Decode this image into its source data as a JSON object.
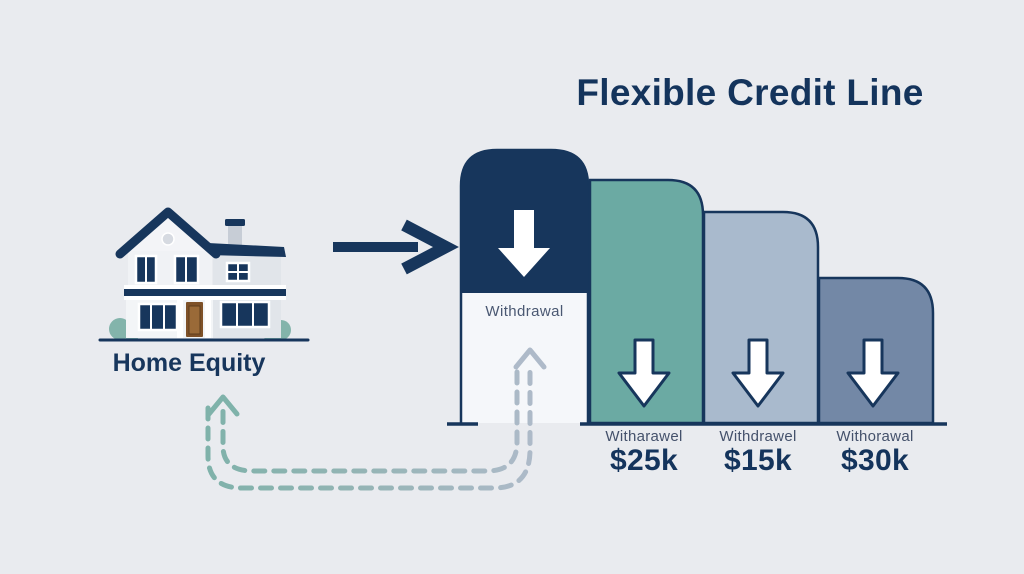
{
  "title": "Flexible Credit Line",
  "home": {
    "label": "Home Equity",
    "icon": "house-illustration"
  },
  "flow": {
    "forward_icon": "arrow-right-icon",
    "cycle_left_icon": "dashed-up-arrow-to-house",
    "cycle_right_icon": "dashed-up-arrow-to-credit-line"
  },
  "credit_line": {
    "available_bar": {
      "label": "Withdrawal",
      "icon": "arrow-down-icon"
    },
    "withdrawals": [
      {
        "label": "Witharawel",
        "amount": "$25k"
      },
      {
        "label": "Withdrawel",
        "amount": "$15k"
      },
      {
        "label": "Withorawal",
        "amount": "$30k"
      }
    ]
  },
  "colors": {
    "background": "#E9EBEF",
    "navy": "#17365C",
    "bar_available": "#17365C",
    "bar_teal": "#6BAAA3",
    "bar_light_blue": "#A9BACD",
    "bar_slate": "#7388A6",
    "panel_white": "#F5F7FA",
    "dashed_teal": "#7FB2AA",
    "dashed_gray": "#AEBAC9",
    "bush_teal": "#83B4AB",
    "door_brown": "#7E5128"
  }
}
